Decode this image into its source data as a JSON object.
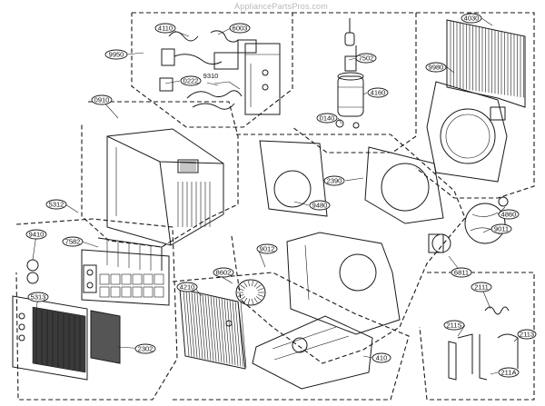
{
  "watermark": "AppliancePartsPros.com",
  "labels": {
    "p4110": "4110",
    "p6003": "6003",
    "p9950": "9950",
    "p0222": "0222",
    "p9310": "9310",
    "p7502": "7502",
    "p4160": "4160",
    "p0140": "0140",
    "p4030": "4030",
    "p9980": "9980",
    "p0910": "0910",
    "p2390": "2390",
    "p9480": "9480",
    "p5312": "5312",
    "p7582": "7582",
    "p9410": "9410",
    "p9012": "9012",
    "p8602": "8602",
    "p4210": "4210",
    "p4860": "4860",
    "p9011": "9011",
    "p6811": "6811",
    "p5313": "5313",
    "p2302": "2302",
    "p410": "410",
    "p2111": "2111",
    "p211s": "211S",
    "p2113": "2113",
    "p211a": "211A"
  }
}
